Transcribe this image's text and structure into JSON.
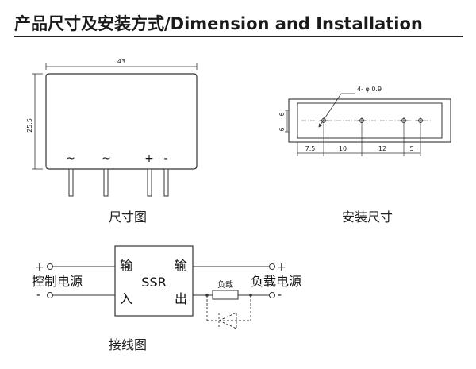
{
  "header": {
    "title": "产品尺寸及安装方式/Dimension and  Installation"
  },
  "outline": {
    "width_label": "43",
    "height_label": "25.5",
    "pin_labels": [
      "~",
      "~",
      "+",
      "-"
    ],
    "caption": "尺寸图"
  },
  "mounting": {
    "hole_label": "4- φ 0.9",
    "vdims": [
      "6",
      "6"
    ],
    "hdims": [
      "7.5",
      "10",
      "12",
      "5"
    ],
    "caption": "安装尺寸"
  },
  "wiring": {
    "input_plus": "+",
    "input_minus": "-",
    "control_source": "控制电源",
    "ssr_in_top": "输",
    "ssr_in_bottom": "入",
    "ssr_out_top": "输",
    "ssr_out_bottom": "出",
    "ssr_label": "SSR",
    "load_label": "负载",
    "output_plus": "+",
    "output_minus": "-",
    "load_source": "负载电源",
    "caption": "接线图"
  }
}
